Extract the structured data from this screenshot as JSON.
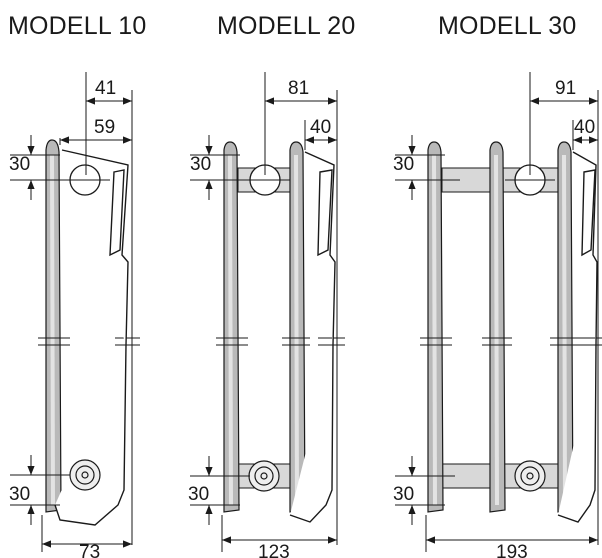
{
  "models": [
    {
      "title": "MODELL 10",
      "dim_top_a": "41",
      "dim_top_b": "59",
      "dim_upper_offset": "30",
      "dim_lower_offset": "30",
      "dim_depth": "73"
    },
    {
      "title": "MODELL 20",
      "dim_top_a": "81",
      "dim_top_b": "40",
      "dim_upper_offset": "30",
      "dim_lower_offset": "30",
      "dim_depth": "123"
    },
    {
      "title": "MODELL 30",
      "dim_top_a": "91",
      "dim_top_b": "40",
      "dim_upper_offset": "30",
      "dim_lower_offset": "30",
      "dim_depth": "193"
    }
  ]
}
